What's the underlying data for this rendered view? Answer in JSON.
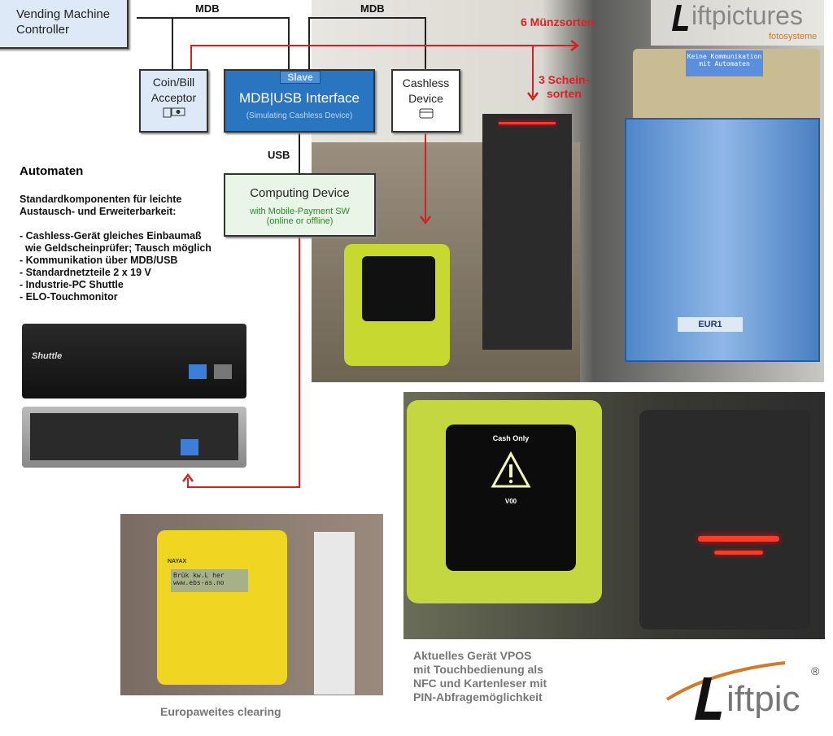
{
  "diagram": {
    "vmc": "Vending Machine Controller",
    "mdb_left": "MDB",
    "mdb_right": "MDB",
    "coin_bill": "Coin/Bill Acceptor",
    "interface_slave": "Slave",
    "interface_title": "MDB|USB Interface",
    "interface_sub": "(Simulating Cashless Device)",
    "cashless": "Cashless Device",
    "usb": "USB",
    "computing_title": "Computing Device",
    "computing_sub1": "with Mobile-Payment SW",
    "computing_sub2": "(online or offline)",
    "coins_label": "6 Münzsorten",
    "notes_label1": "3 Schein-",
    "notes_label2": "sorten"
  },
  "info": {
    "heading": "Automaten",
    "intro1": "Standardkomponenten für leichte",
    "intro2": "Austausch- und Erweiterbarkeit:",
    "bullets": [
      "- Cashless-Gerät gleiches Einbaumaß",
      "  wie Geldscheinprüfer; Tausch möglich",
      "- Kommunikation über MDB/USB",
      "- Standardnetzteile 2 x 19 V",
      "- Industrie-PC Shuttle",
      "- ELO-Touchmonitor"
    ]
  },
  "photos": {
    "shuttle_brand": "Shuttle",
    "nayax_screen": "Brük kw.L her www.ebs-as.no",
    "nayax_brand": "NAYAX",
    "vpos_screen_title": "Cash Only",
    "vpos_screen_code": "V00",
    "machine_display": "Keine Kommunikation mit Automaten",
    "machine_label": "EUR1",
    "caption_clearing": "Europaweites clearing",
    "caption_vpos": [
      "Aktuelles Gerät VPOS",
      "mit Touchbedienung als",
      "NFC und Kartenleser mit",
      "PIN-Abfragemöglichkeit"
    ]
  },
  "logos": {
    "watermark_main": "iftpictures",
    "watermark_sub": "fotosysteme",
    "logo": "iftpic",
    "registered": "®"
  },
  "colors": {
    "accent_red": "#d42020",
    "interface_blue": "#2a75c0",
    "logo_orange": "#d07a2a"
  }
}
